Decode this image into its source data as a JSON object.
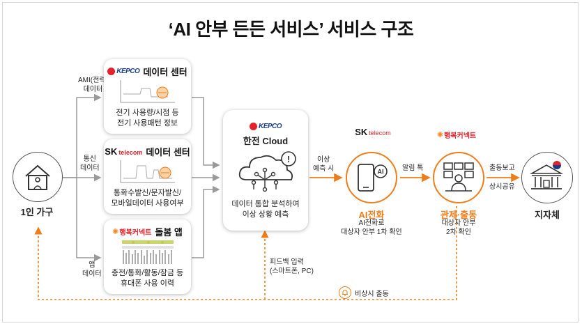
{
  "title": "‘AI 안부 든든 서비스’ 서비스 구조",
  "household": {
    "label": "1인 가구"
  },
  "flows": {
    "ami": "AMI(전력)\n데이터",
    "telecom": "통신\n데이터",
    "app": "앱\n데이터",
    "anomaly": "이상\n예측 시",
    "alert": "알림 톡",
    "report": "출동보고",
    "share": "상시공유",
    "feedback": "피드백 입력\n(스마트폰, PC)",
    "emergency": "비상시 출동"
  },
  "cards": {
    "kepco": {
      "logo": "KEPCO",
      "title": "데이터 센터",
      "text": "전기 사용량/시점 등\n전기 사용패턴 정보"
    },
    "sk": {
      "logo_sk": "SK",
      "logo_tel": "telecom",
      "title": "데이터 센터",
      "text": "통화수발신/문자발신/\n모바일데이터 사용여부"
    },
    "happy": {
      "logo": "행복커넥트",
      "title": "돌봄 앱",
      "text": "충전/통화/활동/잠금 등\n휴대폰 사용 이력"
    }
  },
  "cloud_card": {
    "logo": "KEPCO",
    "title": "한전 Cloud",
    "text": "데이터 통합 분석하여\n이상 상황 예측"
  },
  "ai_call": {
    "logo_sk": "SK",
    "logo_tel": "telecom",
    "label": "AI전화",
    "sub": "AI전화로\n대상자 안부 1차 확인"
  },
  "control": {
    "logo": "행복커넥트",
    "label": "관제·출동",
    "sub": "대상자 안부\n2차 확인"
  },
  "government": {
    "label": "지자체"
  },
  "colors": {
    "accent": "#f07d1a",
    "line": "#9a9a9a",
    "kepco_red": "#e4222a",
    "kepco_blue": "#1a3e8f"
  },
  "icons": [
    "house-icon",
    "cloud-network-icon",
    "smartphone-ai-icon",
    "monitor-operator-icon",
    "government-building-icon",
    "bell-icon"
  ]
}
